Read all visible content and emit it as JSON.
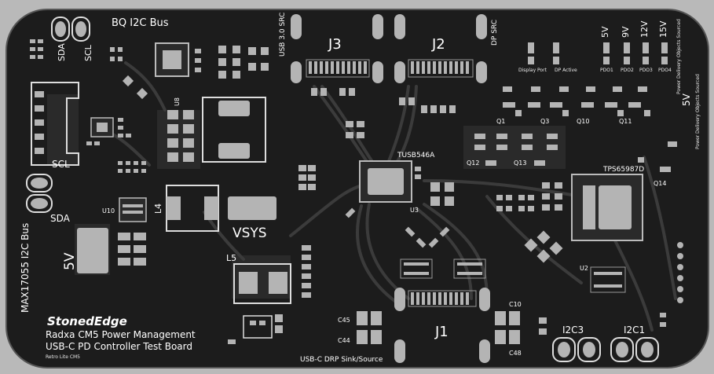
{
  "board": {
    "colors": {
      "background": "#b9b9b9",
      "pcb": "#1c1c1c",
      "copper": "#2e2e2e",
      "trace": "#3a3a3a",
      "pad": "#b4b4b4",
      "silkscreen": "#ffffff"
    },
    "headers": {
      "bq_bus": "BQ I2C Bus",
      "sda_top": "SDA",
      "scl_top": "SCL",
      "scl_left": "SCL",
      "sda_left": "SDA",
      "max_bus": "MAX17055 I2C Bus"
    },
    "connectors": {
      "j3": "J3",
      "j2": "J2",
      "j1": "J1",
      "usb3_src": "USB 3.0 SRC",
      "dp_src": "DP SRC",
      "drp_label": "USB-C DRP Sink/Source"
    },
    "chips": {
      "usb_mux": "TUSB546A",
      "pd_controller": "TPS65987D",
      "u3": "U3",
      "u2": "U2",
      "u8": "U8",
      "u10": "U10"
    },
    "power": {
      "vsys": "VSYS",
      "five_v_left": "5V",
      "l4": "L4",
      "l5": "L5"
    },
    "pdo": {
      "voltages": [
        "5V",
        "9V",
        "12V",
        "15V"
      ],
      "labels": [
        "PDO1",
        "PDO2",
        "PDO3",
        "PDO4"
      ],
      "display_port": "Display Port",
      "dp_active": "DP Active",
      "power_delivery_objects": "Power Delivery Objects Sourced",
      "five_v_right": "5V",
      "power_delivery_sourced": "Power Delivery Objects Sourced"
    },
    "transistors": {
      "q1": "Q1",
      "q3": "Q3",
      "q10": "Q10",
      "q11": "Q11",
      "q12": "Q12",
      "q13": "Q13",
      "q14": "Q14"
    },
    "caps": {
      "c44": "C44",
      "c45": "C45",
      "c48": "C48",
      "c10": "C10"
    },
    "i2c": {
      "i2c3": "I2C3",
      "i2c1": "I2C1"
    },
    "branding": {
      "logo": "StonedEdge",
      "line1": "Radxa CM5 Power Management",
      "line2": "USB-C PD Controller Test Board",
      "line3": "Retro Lite CM5"
    }
  }
}
